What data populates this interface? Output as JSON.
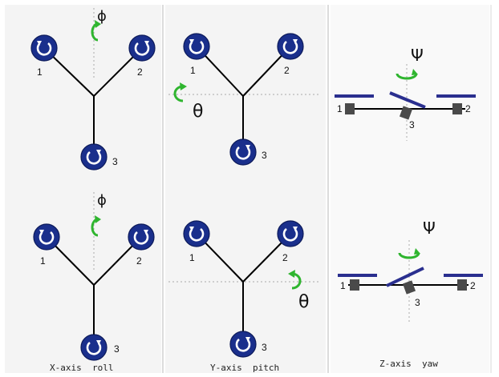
{
  "captions": {
    "x_axis": "X-axis  roll",
    "y_axis": "Y-axis  pitch",
    "z_axis": "Z-axis  yaw"
  },
  "symbols": {
    "phi": "ϕ",
    "theta": "θ",
    "psi": "Ψ"
  },
  "motors": {
    "m1": "1",
    "m2": "2",
    "m3": "3"
  },
  "colors": {
    "motor_fill": "#1a2f8c",
    "arrow_green": "#2fb52f",
    "prop_bar": "#2a2f8f",
    "panel_bg": "#f4f4f4",
    "frame_line": "#000000"
  }
}
